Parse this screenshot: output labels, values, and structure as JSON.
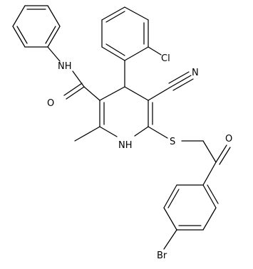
{
  "molecule": {
    "atom_labels": {
      "nh_amide": "NH",
      "o_carbonyl_amide": "O",
      "cl": "Cl",
      "n_nitrile": "N",
      "nh_ring": "NH",
      "o_ketone": "O",
      "s": "S",
      "br": "Br"
    }
  }
}
